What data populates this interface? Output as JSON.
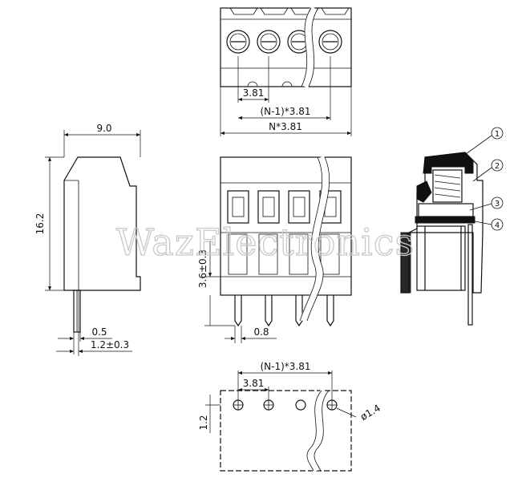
{
  "watermark": "WazElectronics",
  "top_view": {
    "pitch_label": "3.81",
    "span_label": "(N-1)*3.81",
    "total_label": "N*3.81"
  },
  "side_view": {
    "width_label": "9.0",
    "height_label": "16.2",
    "pin_label": "0.5",
    "offset_label": "1.2±0.3"
  },
  "front_view": {
    "pin_length_label": "3.6±0.3",
    "pin_width_label": "0.8"
  },
  "section_view": {
    "callouts": [
      "1",
      "2",
      "3",
      "4"
    ]
  },
  "footprint": {
    "span_label": "(N-1)*3.81",
    "pitch_label": "3.81",
    "hole_label": "ø1.4",
    "row_offset_label": "1.2"
  }
}
